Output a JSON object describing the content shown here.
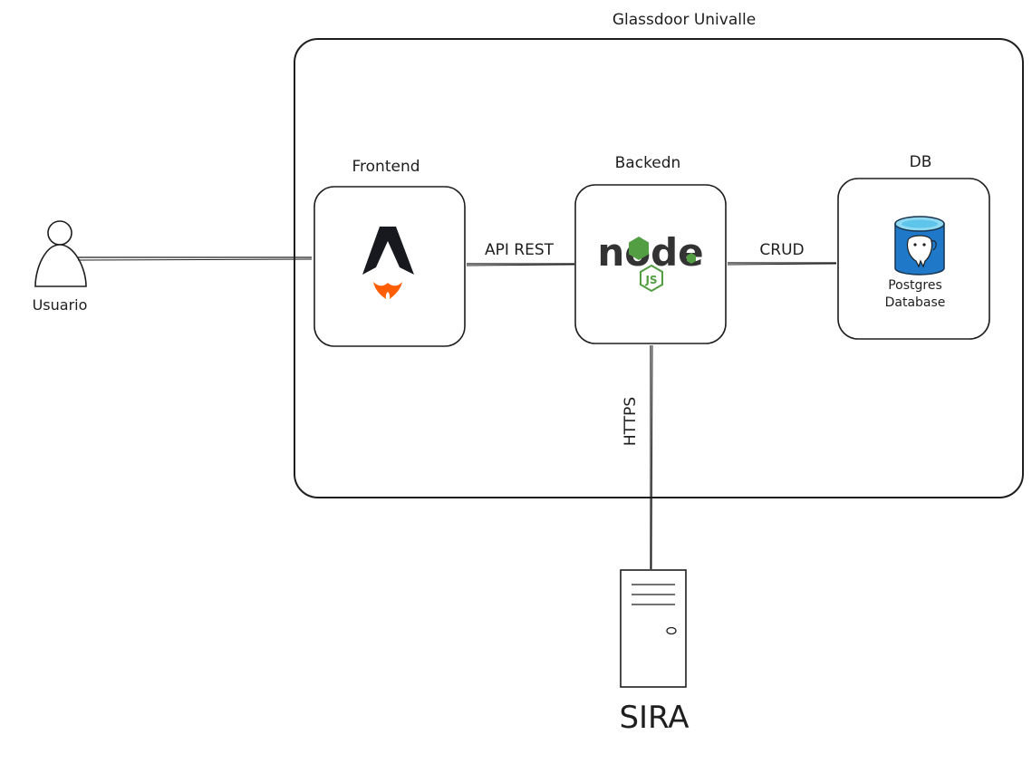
{
  "diagram": {
    "title": "Glassdoor Univalle",
    "actor": {
      "label": "Usuario"
    },
    "nodes": {
      "frontend": {
        "label": "Frontend",
        "icon": "astro-logo-icon"
      },
      "backend": {
        "label": "Backedn",
        "icon": "nodejs-logo-icon",
        "logo_text": "node",
        "badge": "JS"
      },
      "db": {
        "label": "DB",
        "icon": "postgres-database-icon",
        "caption_line1": "Postgres",
        "caption_line2": "Database"
      },
      "external": {
        "label": "SIRA",
        "icon": "server-tower-icon"
      }
    },
    "edges": {
      "frontend_backend": "API REST",
      "backend_db": "CRUD",
      "backend_external": "HTTPS"
    },
    "colors": {
      "stroke": "#1e1e1e",
      "node_green": "#539e43",
      "astro_dark": "#17191e",
      "astro_flame": "#ff5d01",
      "postgres_blue": "#336791",
      "db_cylinder": "#1f78c8",
      "db_liquid": "#8fd9f2"
    }
  }
}
